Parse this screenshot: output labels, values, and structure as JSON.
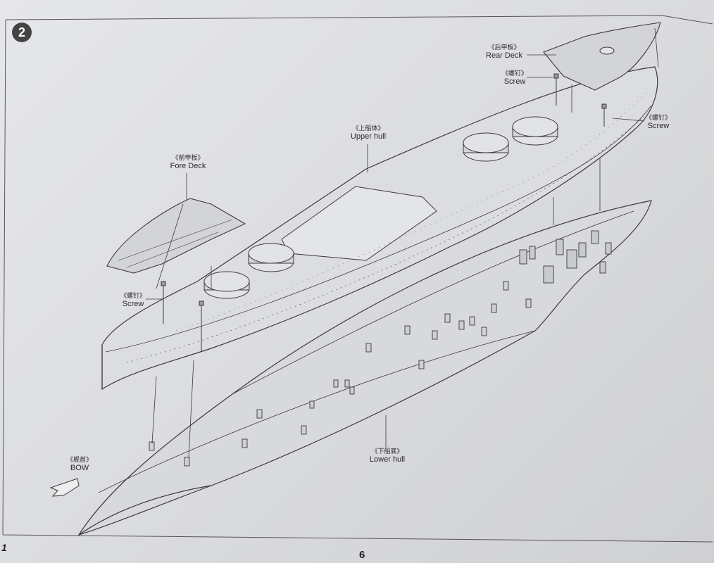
{
  "step": {
    "number": "2"
  },
  "labels": {
    "rear_deck": {
      "cn": "《后甲板》",
      "en": "Rear Deck"
    },
    "screw_top": {
      "cn": "《螺钉》",
      "en": "Screw"
    },
    "screw_right": {
      "cn": "《螺钉》",
      "en": "Screw"
    },
    "upper_hull": {
      "cn": "《上船体》",
      "en": "Upper hull"
    },
    "fore_deck": {
      "cn": "《前甲板》",
      "en": "Fore Deck"
    },
    "screw_left": {
      "cn": "《螺钉》",
      "en": "Screw"
    },
    "lower_hull": {
      "cn": "《下船底》",
      "en": "Lower hull"
    },
    "bow": {
      "cn": "《舰首》",
      "en": "BOW"
    }
  },
  "footer": {
    "page_number": "6",
    "prev_page_number": "1"
  },
  "colors": {
    "line": "#3a3a3a",
    "part_fill": "#d6d7da",
    "badge": "#444444"
  }
}
